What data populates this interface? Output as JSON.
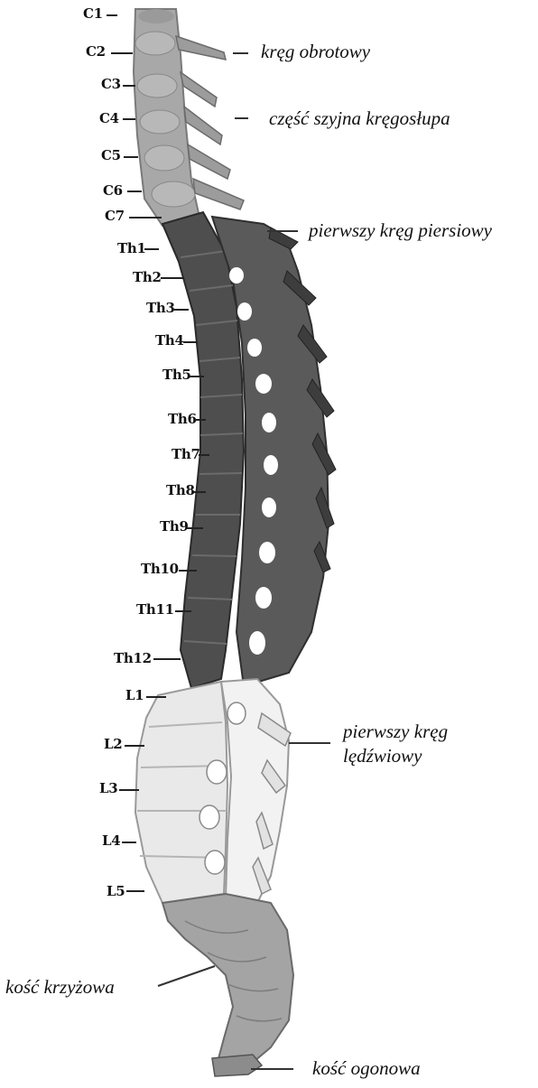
{
  "vertebra_labels": {
    "c1": "C1",
    "c2": "C2",
    "c3": "C3",
    "c4": "C4",
    "c5": "C5",
    "c6": "C6",
    "c7": "C7",
    "th1": "Th1",
    "th2": "Th2",
    "th3": "Th3",
    "th4": "Th4",
    "th5": "Th5",
    "th6": "Th6",
    "th7": "Th7",
    "th8": "Th8",
    "th9": "Th9",
    "th10": "Th10",
    "th11": "Th11",
    "th12": "Th12",
    "l1": "L1",
    "l2": "L2",
    "l3": "L3",
    "l4": "L4",
    "l5": "L5"
  },
  "annotations": {
    "axis": "kręg obrotowy",
    "cervical": "część szyjna kręgosłupa",
    "first_thoracic": "pierwszy kręg piersiowy",
    "first_lumbar_line1": "pierwszy kręg",
    "first_lumbar_line2": "lędźwiowy",
    "sacrum": "kość krzyżowa",
    "coccyx": "kość ogonowa"
  },
  "colors": {
    "cervical": "#a8a8a8",
    "thoracic": "#4e4e4e",
    "lumbar": "#e9e9e9",
    "sacrum": "#a4a4a4"
  }
}
